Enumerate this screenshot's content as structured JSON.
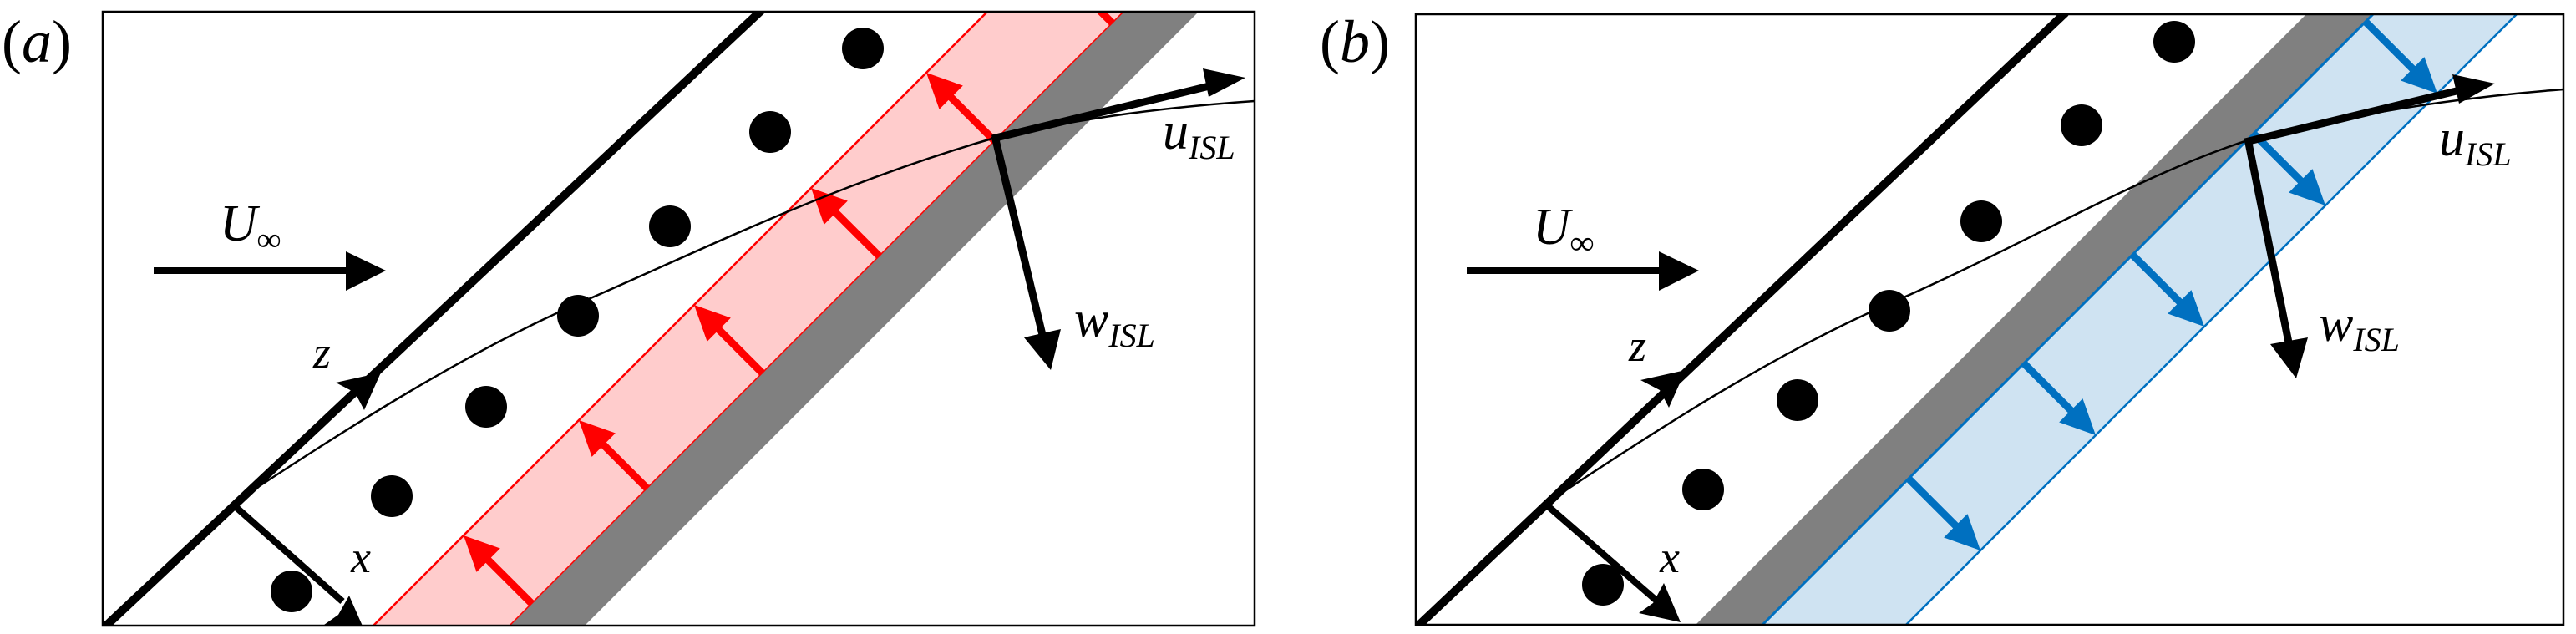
{
  "figure": {
    "colors": {
      "frame": "#000000",
      "wall": "#808080",
      "suction_band_fill": "#ffcccc",
      "suction_band_line": "#ff0000",
      "suction_arrow": "#ff0000",
      "blowing_band_fill": "#cfe3f2",
      "blowing_band_line": "#0070c0",
      "blowing_arrow": "#0070c0",
      "roughness": "#000000",
      "streamline": "#000000"
    },
    "panels": [
      {
        "id": "a",
        "label_open": "(",
        "label_letter": "a",
        "label_close": ")",
        "freestream_symbol": "U",
        "freestream_subscript": "∞",
        "z_axis_label": "z",
        "x_axis_label": "x",
        "u_label": "u",
        "u_subscript": "ISL",
        "w_label": "w",
        "w_subscript": "ISL",
        "control_band": "suction",
        "control_arrow_direction": "upstream",
        "control_arrow_count": 6,
        "roughness_element_count": 7
      },
      {
        "id": "b",
        "label_open": "(",
        "label_letter": "b",
        "label_close": ")",
        "freestream_symbol": "U",
        "freestream_subscript": "∞",
        "z_axis_label": "z",
        "x_axis_label": "x",
        "u_label": "u",
        "u_subscript": "ISL",
        "w_label": "w",
        "w_subscript": "ISL",
        "control_band": "blowing",
        "control_arrow_direction": "downstream",
        "control_arrow_count": 5,
        "roughness_element_count": 7
      }
    ]
  }
}
